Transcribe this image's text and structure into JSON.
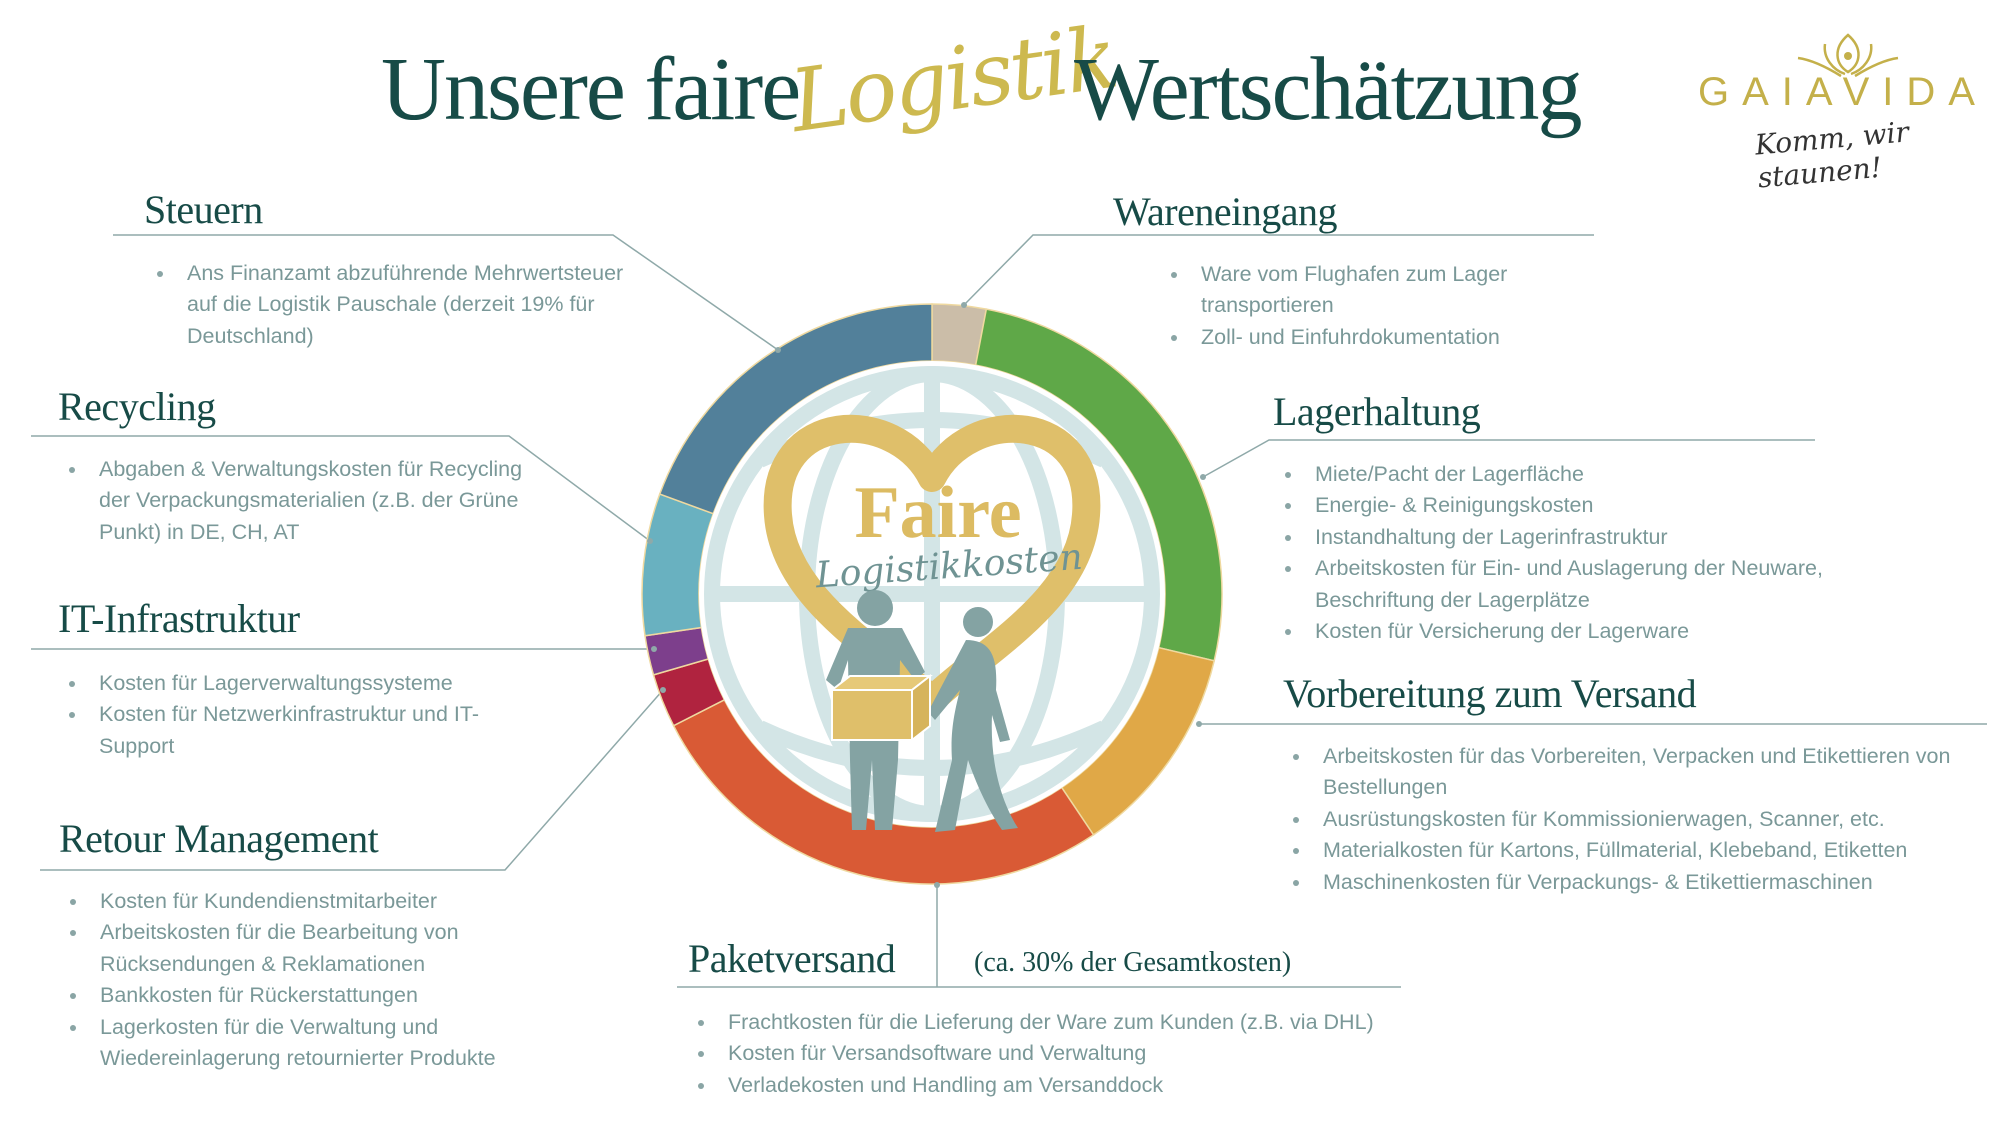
{
  "title": {
    "part1": "Unsere faire",
    "script": "Logistik",
    "part2": "Wertschätzung"
  },
  "logo": {
    "brand": "GAIAVIDA",
    "tagline": "Komm, wir staunen!",
    "color": "#c4b04a"
  },
  "center": {
    "line1": "Faire",
    "line2": "Logistikkosten"
  },
  "colors": {
    "heading": "#174b47",
    "text": "#7a9898",
    "gold": "#dfbf6a",
    "globe": "#d3e5e6",
    "people": "#84a3a3"
  },
  "segments": [
    {
      "name": "Wareneingang",
      "percent": 3.0,
      "color": "#cbbda8"
    },
    {
      "name": "Lagerhaltung",
      "percent": 25.7,
      "color": "#5fa848"
    },
    {
      "name": "Vorbereitung zum Versand",
      "percent": 11.9,
      "color": "#e0a847"
    },
    {
      "name": "Paketversand",
      "percent": 26.9,
      "color": "#d95a35"
    },
    {
      "name": "Retour Management",
      "percent": 3.0,
      "color": "#b0233f"
    },
    {
      "name": "IT-Infrastruktur",
      "percent": 2.2,
      "color": "#7d3f8c"
    },
    {
      "name": "Recycling",
      "percent": 7.9,
      "color": "#69b1c0"
    },
    {
      "name": "Steuern",
      "percent": 19.4,
      "color": "#52809a"
    }
  ],
  "sections": {
    "steuern": {
      "title": "Steuern",
      "items": [
        "Ans Finanzamt abzuführende Mehrwertsteuer auf die Logistik Pauschale (derzeit 19% für Deutschland)"
      ]
    },
    "recycling": {
      "title": "Recycling",
      "items": [
        "Abgaben & Verwaltungskosten für Recycling der Verpackungsmaterialien (z.B. der Grüne Punkt) in DE, CH, AT"
      ]
    },
    "it": {
      "title": "IT-Infrastruktur",
      "items": [
        "Kosten für Lagerverwaltungssysteme",
        "Kosten für Netzwerkinfrastruktur und IT-Support"
      ]
    },
    "retour": {
      "title": "Retour Management",
      "items": [
        "Kosten für Kundendienstmitarbeiter",
        "Arbeitskosten für die Bearbeitung von Rücksendungen & Reklamationen",
        "Bankkosten für Rückerstattungen",
        "Lagerkosten für die Verwaltung und Wiedereinlagerung retournierter Produkte"
      ]
    },
    "wareneingang": {
      "title": "Wareneingang",
      "items": [
        "Ware vom Flughafen zum Lager transportieren",
        "Zoll- und Einfuhrdokumentation"
      ]
    },
    "lager": {
      "title": "Lagerhaltung",
      "items": [
        "Miete/Pacht der Lagerfläche",
        "Energie- & Reinigungskosten",
        "Instandhaltung der Lagerinfrastruktur",
        "Arbeitskosten für Ein- und Auslagerung der Neuware, Beschriftung der Lagerplätze",
        "Kosten für Versicherung der Lagerware"
      ]
    },
    "versand": {
      "title": "Vorbereitung zum Versand",
      "items": [
        "Arbeitskosten für das Vorbereiten, Verpacken und Etikettieren von Bestellungen",
        "Ausrüstungskosten für Kommissionierwagen, Scanner, etc.",
        "Materialkosten für Kartons, Füllmaterial, Klebeband, Etiketten",
        "Maschinenkosten für Verpackungs- & Etikettiermaschinen"
      ]
    },
    "paket": {
      "title": "Paketversand",
      "note": "(ca. 30% der Gesamtkosten)",
      "items": [
        "Frachtkosten für die Lieferung der Ware zum Kunden (z.B. via DHL)",
        "Kosten für Versandsoftware und Verwaltung",
        "Verladekosten und Handling am Versanddock"
      ]
    }
  }
}
